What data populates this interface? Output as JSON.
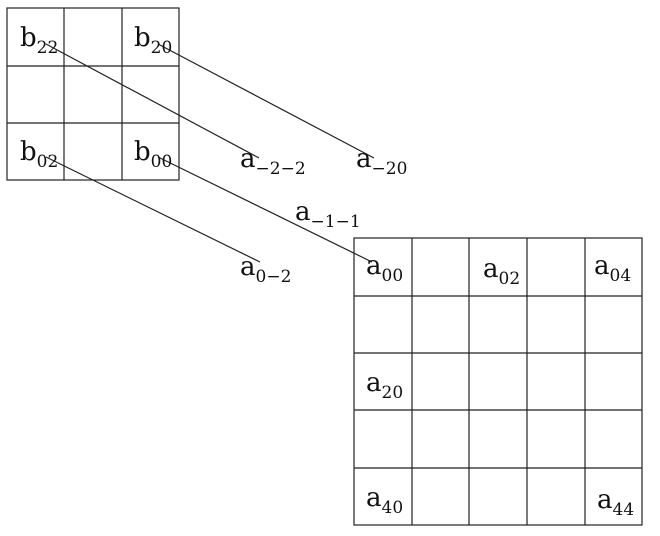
{
  "kernel_grid": {
    "rows": 3,
    "cols": 3,
    "cells": [
      {
        "row": 0,
        "col": 0,
        "base": "b",
        "sub": "22"
      },
      {
        "row": 0,
        "col": 2,
        "base": "b",
        "sub": "20"
      },
      {
        "row": 2,
        "col": 0,
        "base": "b",
        "sub": "02"
      },
      {
        "row": 2,
        "col": 2,
        "base": "b",
        "sub": "00"
      }
    ]
  },
  "input_grid": {
    "rows": 5,
    "cols": 5,
    "cells": [
      {
        "row": 0,
        "col": 0,
        "base": "a",
        "sub": "00"
      },
      {
        "row": 0,
        "col": 2,
        "base": "a",
        "sub": "02"
      },
      {
        "row": 0,
        "col": 4,
        "base": "a",
        "sub": "04"
      },
      {
        "row": 2,
        "col": 0,
        "base": "a",
        "sub": "20"
      },
      {
        "row": 4,
        "col": 0,
        "base": "a",
        "sub": "40"
      },
      {
        "row": 4,
        "col": 4,
        "base": "a",
        "sub": "44"
      }
    ]
  },
  "mapped_labels": [
    {
      "base": "a",
      "sub": "−2−2"
    },
    {
      "base": "a",
      "sub": "−20"
    },
    {
      "base": "a",
      "sub": "−1−1"
    },
    {
      "base": "a",
      "sub": "0−2"
    }
  ],
  "connectors": [
    {
      "from": "b22",
      "to": "a−2−2"
    },
    {
      "from": "b20",
      "to": "a−20"
    },
    {
      "from": "b02",
      "to": "a0−2"
    },
    {
      "from": "b00",
      "to": "a00"
    }
  ]
}
